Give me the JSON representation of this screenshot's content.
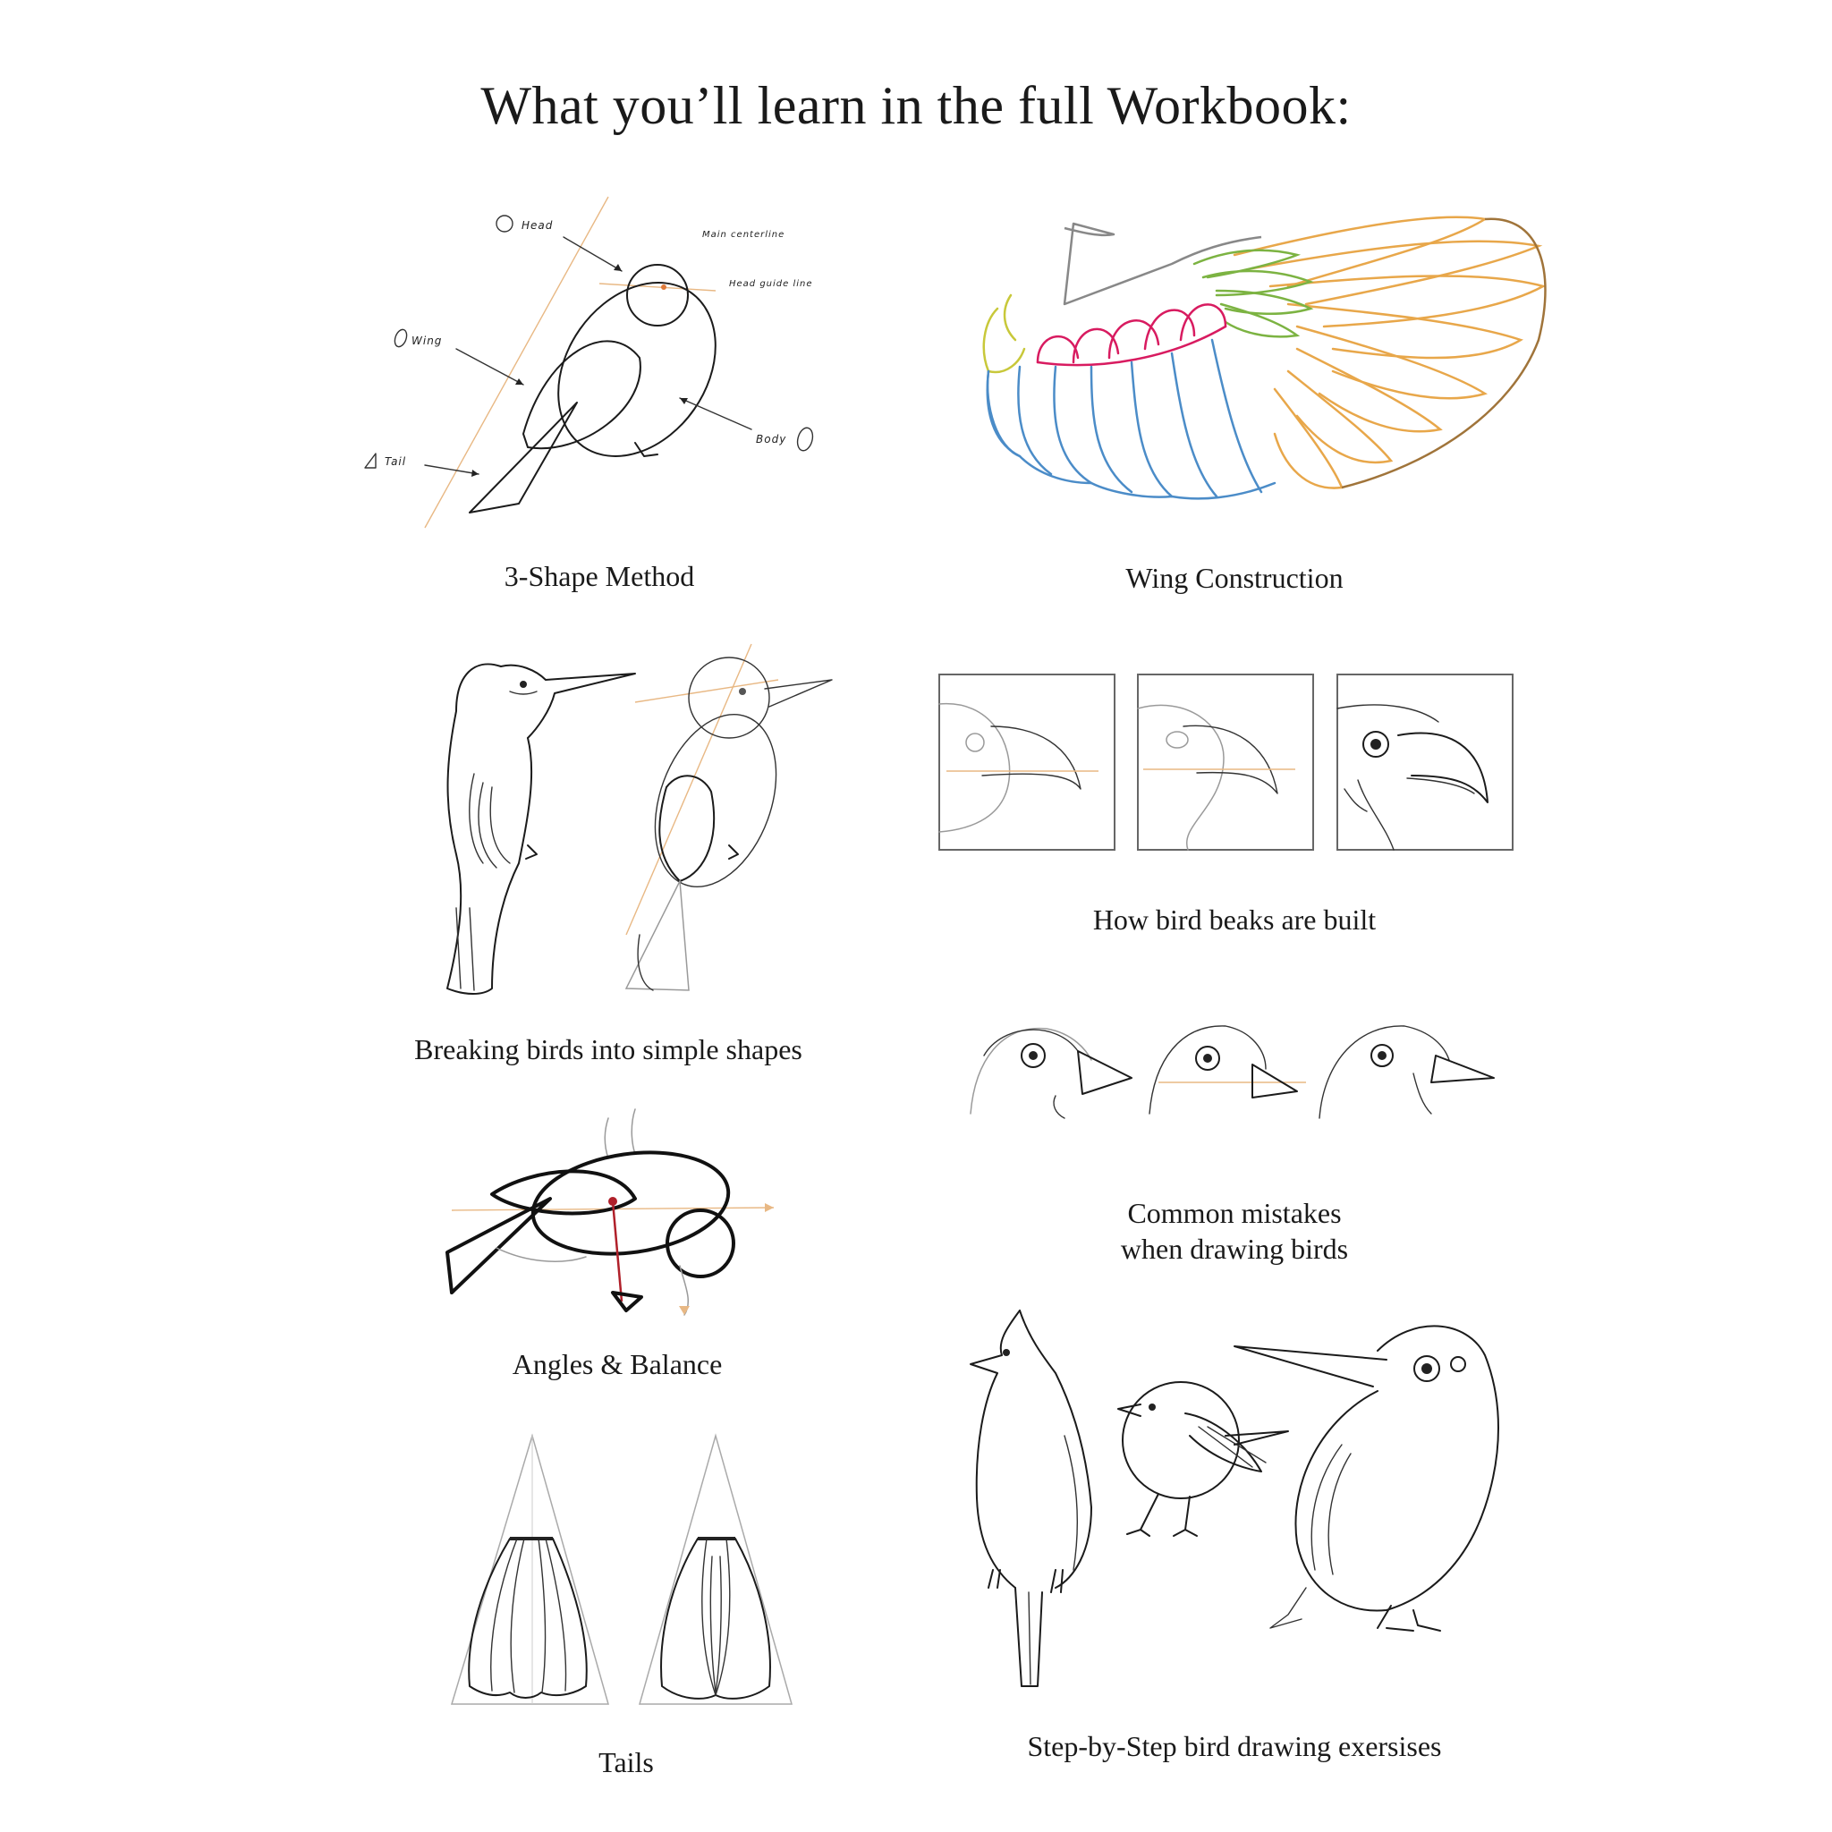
{
  "title": "What you’ll learn in the full Workbook:",
  "sections": {
    "three_shape": {
      "caption": "3-Shape Method",
      "labels": {
        "head": "Head",
        "main_centerline": "Main centerline",
        "head_guide_line": "Head guide line",
        "wing": "Wing",
        "body": "Body",
        "tail": "Tail"
      }
    },
    "wing_construction": {
      "caption": "Wing Construction"
    },
    "simple_shapes": {
      "caption": "Breaking birds into simple shapes"
    },
    "beaks": {
      "caption": "How bird beaks are built"
    },
    "mistakes": {
      "caption_line1": "Common mistakes",
      "caption_line2": "when drawing birds"
    },
    "angles": {
      "caption": "Angles & Balance"
    },
    "tails": {
      "caption": "Tails"
    },
    "exercises": {
      "caption": "Step-by-Step bird drawing exersises"
    }
  },
  "colors": {
    "guide_orange": "#e8b884",
    "wing_orange": "#e8a74a",
    "wing_green": "#7cb342",
    "wing_magenta": "#d81b60",
    "wing_yellow": "#c8c83a",
    "wing_blue": "#4b8cc8",
    "wing_brown": "#a0743a",
    "balance_red": "#b0202a"
  }
}
